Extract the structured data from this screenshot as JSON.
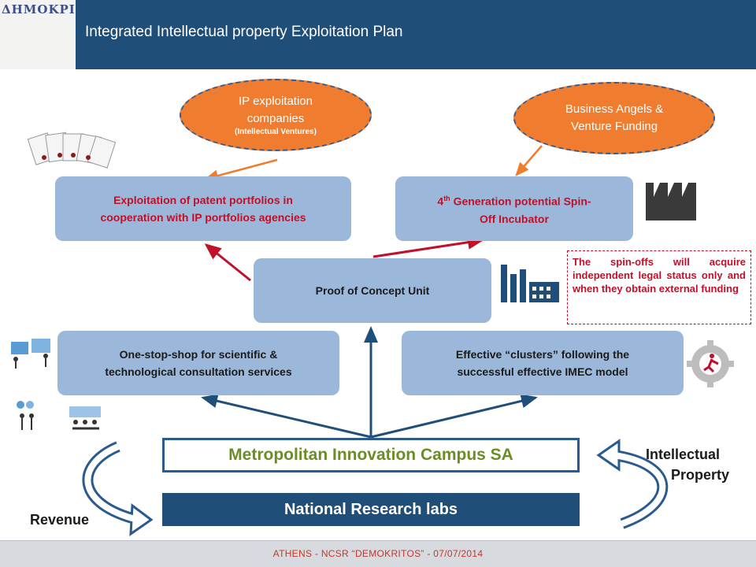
{
  "header": {
    "logo_text": "ΔΗΜΟΚΡΙΤΟΣ",
    "title": "Integrated Intellectual property Exploitation Plan"
  },
  "ellipses": {
    "ip_companies": {
      "line1": "IP exploitation",
      "line2": "companies",
      "line3": "(Intellectual Ventures)"
    },
    "business_angels": {
      "line1": "Business Angels &",
      "line2": "Venture Funding"
    }
  },
  "boxes": {
    "exploitation": {
      "line1": "Exploitation of patent portfolios in",
      "line2": "cooperation with IP portfolios agencies"
    },
    "incubator": {
      "sup": "th",
      "line1_pre": "4",
      "line1_post": " Generation potential Spin-",
      "line2": "Off Incubator"
    },
    "proof_of_concept": "Proof of Concept Unit",
    "one_stop": {
      "line1": "One-stop-shop for scientific &",
      "line2": "technological consultation services"
    },
    "clusters": {
      "line1": "Effective “clusters” following the",
      "line2": "successful effective IMEC model"
    }
  },
  "note": "The spin-offs will acquire independent legal status only and when they obtain external funding",
  "campus": "Metropolitan Innovation Campus SA",
  "labs": "National Research labs",
  "labels": {
    "intellectual_line1": "Intellectual",
    "intellectual_line2": "Property",
    "revenue": "Revenue"
  },
  "footer": "ATHENS - NCSR “DEMOKRITOS” - 07/07/2014",
  "colors": {
    "header_blue": "#1f4e79",
    "ellipse_orange": "#f07c30",
    "box_blue": "#9bb7d9",
    "accent_red": "#c0102a",
    "campus_green": "#6b8e23"
  }
}
